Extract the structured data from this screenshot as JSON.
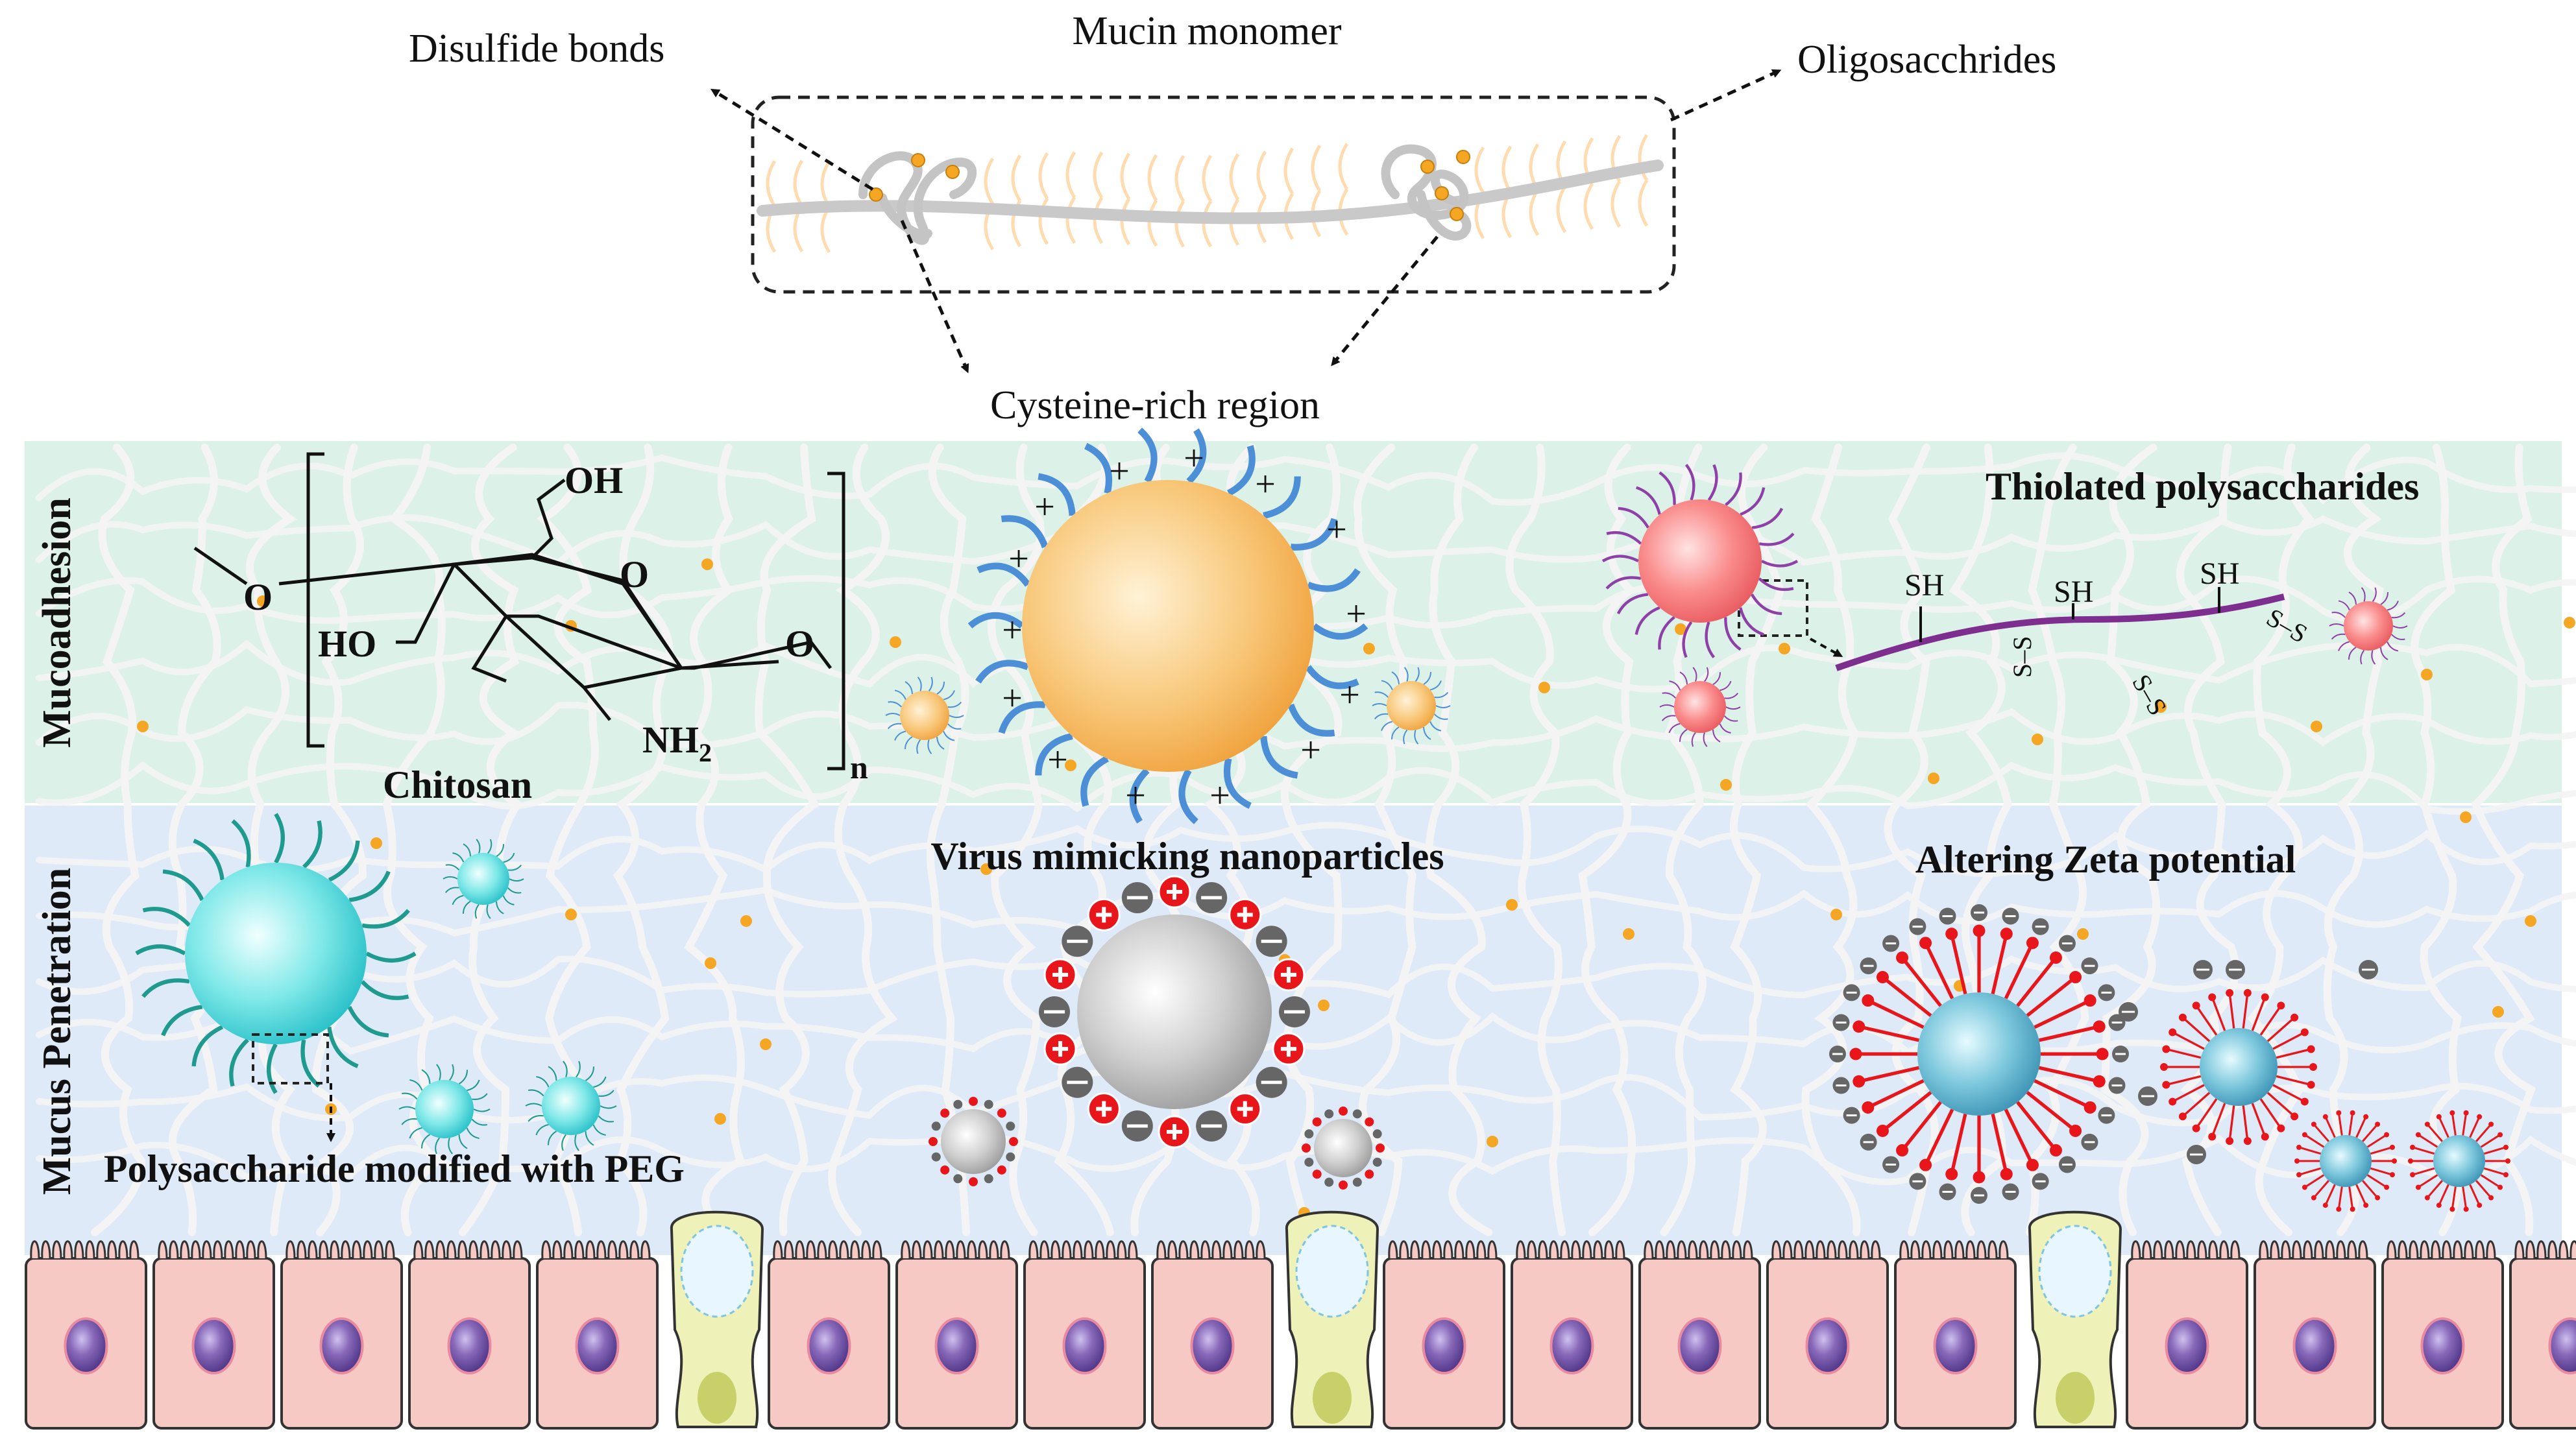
{
  "top": {
    "mucin_monomer": "Mucin monomer",
    "disulfide_bonds": "Disulfide bonds",
    "oligosaccharides": "Oligosacchrides",
    "cysteine_region": "Cysteine-rich region"
  },
  "mucoadhesion": {
    "side_label": "Mucoadhesion",
    "chitosan": {
      "name": "Chitosan",
      "oh": "OH",
      "ho": "HO",
      "ring_o": "O",
      "o_left": "O",
      "o_right": "O",
      "nh2": "NH",
      "nh2_sub": "2",
      "n": "n"
    },
    "thiolated": {
      "title": "Thiolated polysaccharides",
      "sh": "SH",
      "ss": "S–S"
    }
  },
  "penetration": {
    "side_label": "Mucus Penetration",
    "peg": "Polysaccharide modified with PEG",
    "virus": "Virus mimicking nanoparticles",
    "zeta": "Altering Zeta potential"
  },
  "colors": {
    "mucoadhesion_bg": "#dcf2e8",
    "penetration_bg": "#deeaf8",
    "cell_fill": "#f7c9c4",
    "nucleus": "#7b59a8",
    "goblet": "#eef1b8",
    "orange_node": "#f5a623",
    "positive": "#e8161b",
    "negative": "#666666"
  }
}
